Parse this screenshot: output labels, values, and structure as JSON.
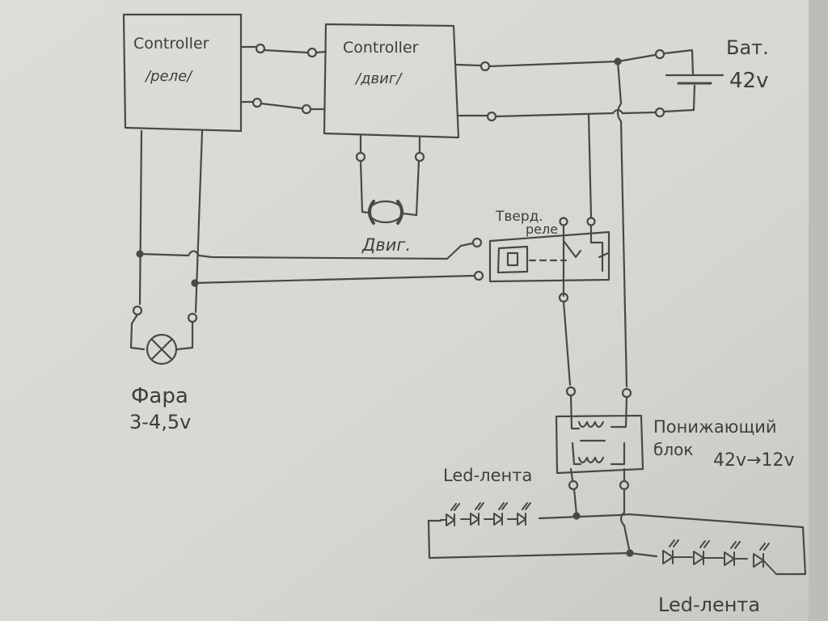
{
  "colors": {
    "paper": "#d9d9d5",
    "ink": "#434845",
    "shadow": "#bdbdb8"
  },
  "blocks": {
    "controller_lights": {
      "line1": "Controller",
      "line2": "/реле/"
    },
    "controller_motor": {
      "line1": "Controller",
      "line2": "/двиг/"
    }
  },
  "labels": {
    "battery_line1": "Бат.",
    "battery_line2": "42v",
    "motor": "Двиг.",
    "ssr_line1": "Тверд.",
    "ssr_line2": "реле",
    "headlight_line1": "Фара",
    "headlight_line2": "3-4,5v",
    "converter_line1": "Понижающий",
    "converter_line2": "блок",
    "converter_line3": "42v→12v",
    "led_strip_top": "Led-лента",
    "led_strip_bottom": "Led-лента"
  }
}
